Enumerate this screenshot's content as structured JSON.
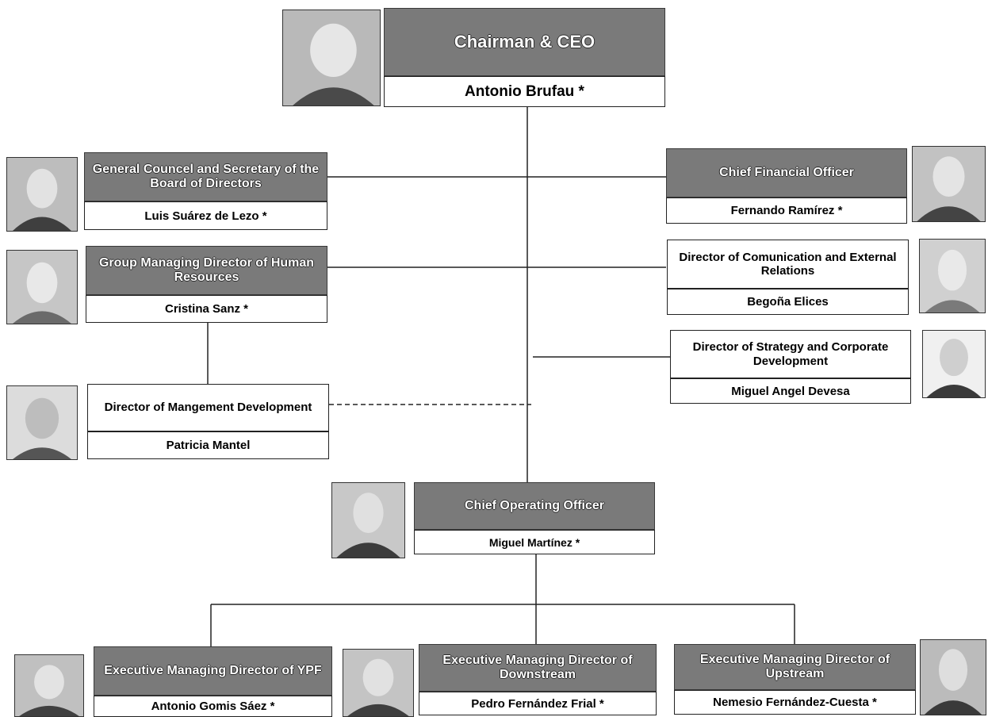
{
  "chairman": {
    "title": "Chairman & CEO",
    "name": "Antonio Brufau *"
  },
  "general_counsel": {
    "title": "General Councel and Secretary of the Board of Directors",
    "name": "Luis Suárez de Lezo *"
  },
  "cfo": {
    "title": "Chief Financial Officer",
    "name": "Fernando Ramírez *"
  },
  "hr": {
    "title": "Group Managing Director of Human Resources",
    "name": "Cristina Sanz *"
  },
  "communication": {
    "title": "Director of Comunication and External Relations",
    "name": "Begoña Elices"
  },
  "strategy": {
    "title": "Director of Strategy and Corporate Development",
    "name": "Miguel Angel Devesa"
  },
  "management_dev": {
    "title": "Director of Mangement Development",
    "name": "Patricia Mantel"
  },
  "coo": {
    "title": "Chief Operating Officer",
    "name": "Miguel Martínez *"
  },
  "ypf": {
    "title": "Executive Managing Director of YPF",
    "name": "Antonio Gomis Sáez *"
  },
  "downstream": {
    "title": "Executive Managing Director of Downstream",
    "name": "Pedro Fernández Frial *"
  },
  "upstream": {
    "title": "Executive Managing Director of Upstream",
    "name": "Nemesio Fernández-Cuesta *"
  },
  "colors": {
    "title_fill": "#7a7a7a",
    "line": "#222222"
  }
}
